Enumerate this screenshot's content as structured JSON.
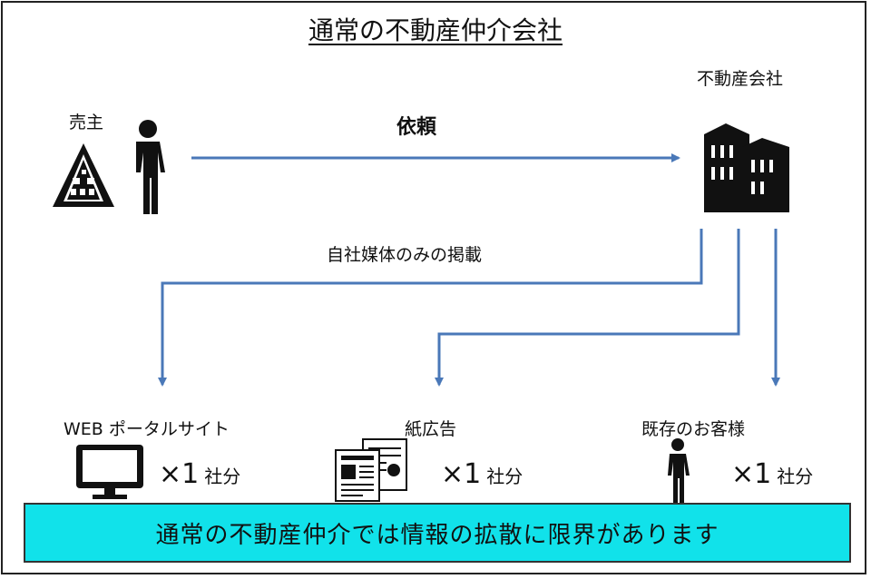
{
  "title": "通常の不動産仲介会社",
  "seller": {
    "label": "売主"
  },
  "company": {
    "label": "不動産会社"
  },
  "request": {
    "label": "依頼"
  },
  "exclusive": {
    "label": "自社媒体のみの掲載"
  },
  "channels": [
    {
      "label": "WEB ポータルサイト",
      "count": "×1",
      "unit": "社分"
    },
    {
      "label": "紙広告",
      "count": "×1",
      "unit": "社分"
    },
    {
      "label": "既存のお客様",
      "count": "×1",
      "unit": "社分"
    }
  ],
  "banner": {
    "text": "通常の不動産仲介では情報の拡散に限界があります"
  },
  "colors": {
    "arrow": "#4a78b8",
    "banner": "#11e2ea"
  }
}
